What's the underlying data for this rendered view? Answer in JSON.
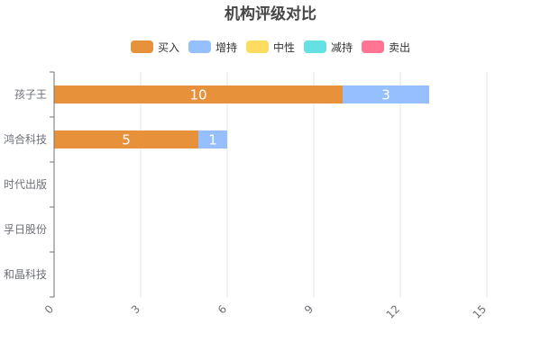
{
  "chart_data": {
    "type": "bar",
    "orientation": "horizontal",
    "stacked": true,
    "title": "机构评级对比",
    "categories": [
      "孩子王",
      "鸿合科技",
      "时代出版",
      "孚日股份",
      "和晶科技"
    ],
    "series": [
      {
        "name": "买入",
        "color": "#E8913B",
        "values": [
          10,
          5,
          0,
          0,
          0
        ]
      },
      {
        "name": "增持",
        "color": "#96BFFF",
        "values": [
          3,
          1,
          0,
          0,
          0
        ]
      },
      {
        "name": "中性",
        "color": "#FDDC60",
        "values": [
          0,
          0,
          0,
          0,
          0
        ]
      },
      {
        "name": "减持",
        "color": "#65E1E3",
        "values": [
          0,
          0,
          0,
          0,
          0
        ]
      },
      {
        "name": "卖出",
        "color": "#FF7593",
        "values": [
          0,
          0,
          0,
          0,
          0
        ]
      }
    ],
    "xlim": [
      0,
      15
    ],
    "xticks": [
      0,
      3,
      6,
      9,
      12,
      15
    ],
    "grid": true,
    "legend": "top-center"
  }
}
